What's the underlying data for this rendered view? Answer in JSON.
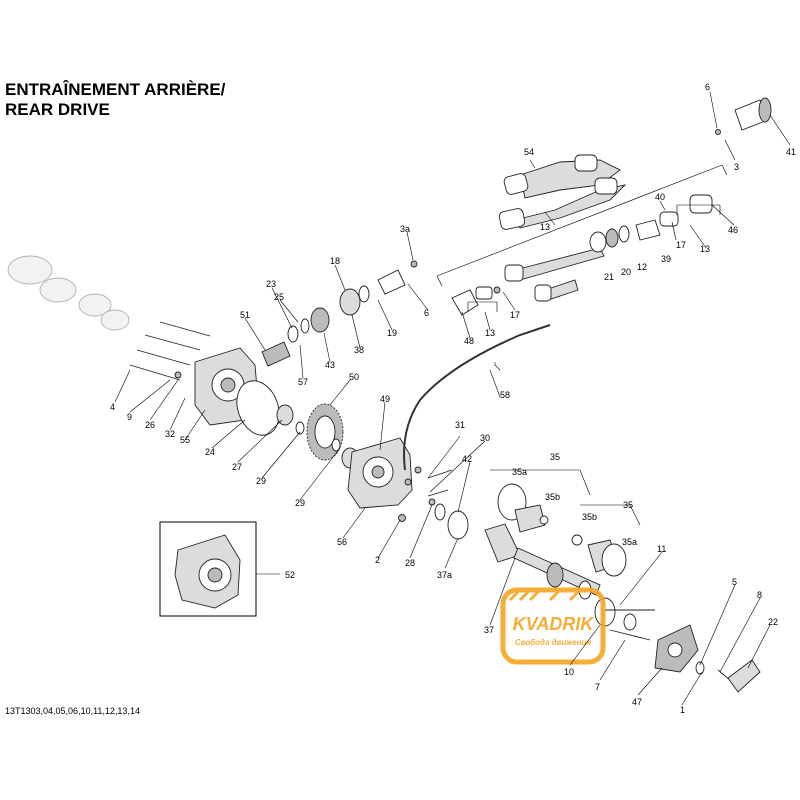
{
  "title": {
    "line1": "ENTRAÎNEMENT ARRIÈRE/",
    "line2": "REAR DRIVE"
  },
  "footer_code": "13T1303,04,05,06,10,11,12,13,14",
  "watermark": {
    "brand": "KVADRIK",
    "tagline": "Свобода движения"
  },
  "callouts": [
    "1",
    "2",
    "3",
    "3a",
    "4",
    "5",
    "6",
    "6",
    "7",
    "8",
    "9",
    "10",
    "11",
    "12",
    "13",
    "13",
    "13",
    "17",
    "17",
    "18",
    "19",
    "20",
    "21",
    "22",
    "23",
    "24",
    "25",
    "26",
    "27",
    "28",
    "29",
    "29",
    "30",
    "31",
    "32",
    "35",
    "35",
    "35a",
    "35a",
    "35b",
    "35b",
    "37",
    "37a",
    "38",
    "39",
    "40",
    "41",
    "42",
    "43",
    "46",
    "47",
    "48",
    "49",
    "50",
    "51",
    "52",
    "54",
    "55",
    "56",
    "57",
    "58"
  ]
}
